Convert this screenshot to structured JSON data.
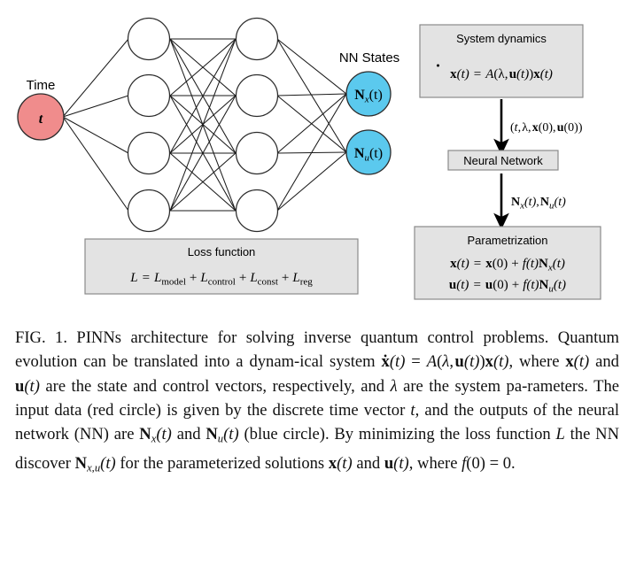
{
  "figure": {
    "input_label": "Time",
    "input_node": "t",
    "output_group_label": "NN States",
    "output_nodes": [
      {
        "base": "N",
        "sub": "x",
        "arg": "(t)"
      },
      {
        "base": "N",
        "sub": "u",
        "arg": "(t)"
      }
    ],
    "colors": {
      "input_node_fill": "#F08C8C",
      "output_node_fill": "#5BC9EE",
      "hidden_node_fill": "#FFFFFF",
      "node_stroke": "#2B2B2B",
      "edge_stroke": "#1A1A1A",
      "box_fill": "#E3E3E3",
      "box_stroke": "#8A8A8A",
      "arrow_fill": "#000000"
    },
    "hidden_layers": [
      {
        "name": "hidden-layer-1",
        "node_count": 4
      },
      {
        "name": "hidden-layer-2",
        "node_count": 4
      }
    ],
    "loss_box": {
      "title": "Loss function",
      "equation_lhs": "L",
      "equation_eq": "=",
      "terms": [
        {
          "base": "L",
          "sub": "model"
        },
        {
          "base": "L",
          "sub": "control"
        },
        {
          "base": "L",
          "sub": "const"
        },
        {
          "base": "L",
          "sub": "reg"
        }
      ],
      "plus": "+"
    },
    "flow": {
      "system_dynamics": {
        "title": "System dynamics",
        "equation": "ẋ(t) = A(λ, u(t))x(t)"
      },
      "arrow1_label": "(t, λ, x(0), u(0))",
      "neural_network": {
        "title": "Neural Network"
      },
      "arrow2_label": "N_x(t), N_u(t)",
      "parametrization": {
        "title": "Parametrization",
        "line1": "x(t) = x(0) + f(t)N_x(t)",
        "line2": "u(t) = u(0) + f(t)N_u(t)"
      }
    }
  },
  "caption": {
    "label": "FIG. 1.",
    "text_plain": "PINNs architecture for solving inverse quantum control problems. Quantum evolution can be translated into a dynamical system ẋ(t) = A(λ, u(t))x(t), where x(t) and u(t) are the state and control vectors, respectively, and λ are the system parameters. The input data (red circle) is given by the discrete time vector t, and the outputs of the neural network (NN) are N_x(t) and N_u(t) (blue circle). By minimizing the loss function L the NN discover N_{x,u}(t) for the parameterized solutions x(t) and u(t), where f(0) = 0."
  }
}
